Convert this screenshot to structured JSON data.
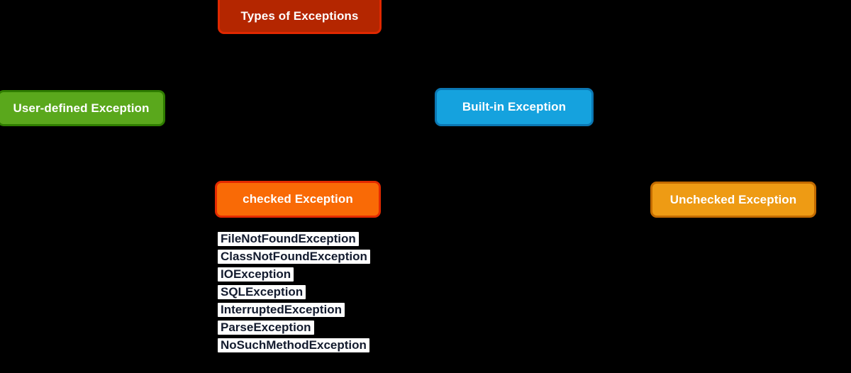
{
  "diagram": {
    "background_color": "#000000",
    "title": "Types of Exceptions",
    "nodes": [
      {
        "id": "types-of-exceptions",
        "label": "Types of Exceptions",
        "fill": "#b42600",
        "border": "#e02800",
        "text_color": "#ffffff"
      },
      {
        "id": "user-defined-exception",
        "label": "User-defined Exception",
        "fill": "#5aa81c",
        "border": "#2f7d00",
        "text_color": "#ffffff"
      },
      {
        "id": "built-in-exception",
        "label": "Built-in Exception",
        "fill": "#15a2de",
        "border": "#0b77b3",
        "text_color": "#ffffff"
      },
      {
        "id": "checked-exception",
        "label": "checked Exception",
        "fill": "#f96a06",
        "border": "#e32a00",
        "text_color": "#ffffff"
      },
      {
        "id": "unchecked-exception",
        "label": "Unchecked Exception",
        "fill": "#ee9b14",
        "border": "#c26a00",
        "text_color": "#ffffff"
      }
    ],
    "checked_exception_examples": [
      "FileNotFoundException",
      "ClassNotFoundException",
      "IOException",
      "SQLException",
      "InterruptedException",
      "ParseException",
      "NoSuchMethodException"
    ],
    "leaf_style": {
      "background": "#ffffff",
      "text_color": "#131b2e"
    }
  }
}
